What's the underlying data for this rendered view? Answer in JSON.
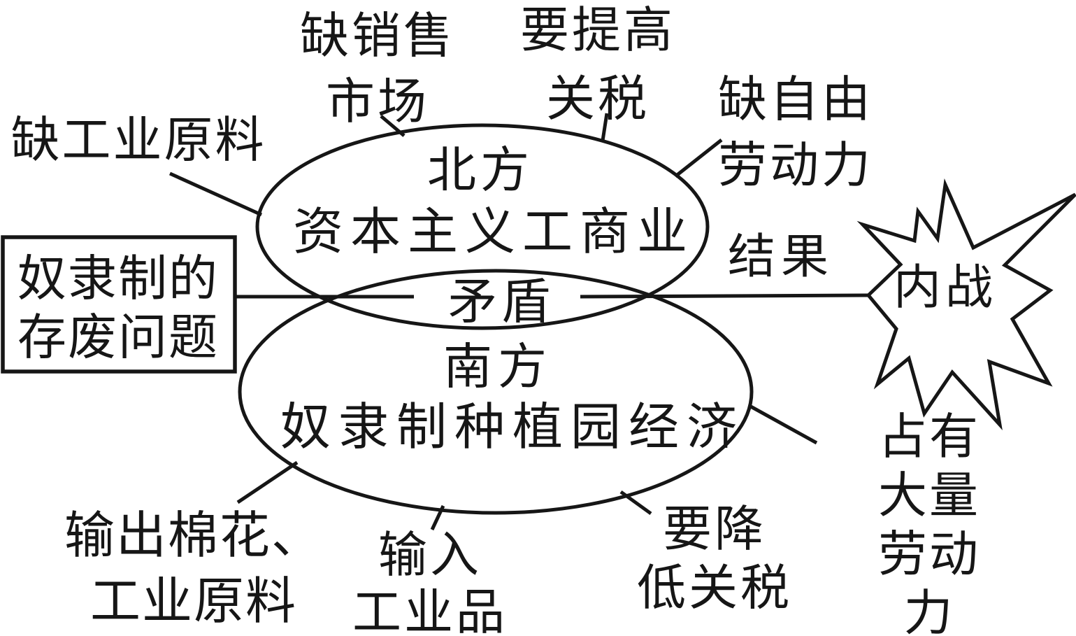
{
  "colors": {
    "ink": "#161616",
    "background": "#ffffff"
  },
  "north": {
    "title": "北方",
    "subtitle": "资本主义工商业",
    "factors": {
      "industrial_materials": "缺工业原料",
      "sales_market": "缺销售\n市场",
      "raise_tariffs": "要提高\n关税",
      "free_labor": "缺自由\n劳动力"
    }
  },
  "south": {
    "title": "南方",
    "subtitle": "奴隶制种植园经济",
    "factors": {
      "export_cotton": "输出棉花、\n工业原料",
      "import_goods": "输入\n工业品",
      "lower_tariffs": "要降\n低关税",
      "large_labor": "占有大量\n劳动力"
    }
  },
  "conflict_label": "矛盾",
  "issue_box": "奴隶制的\n存废问题",
  "result_label": "结果",
  "outcome": "内战"
}
